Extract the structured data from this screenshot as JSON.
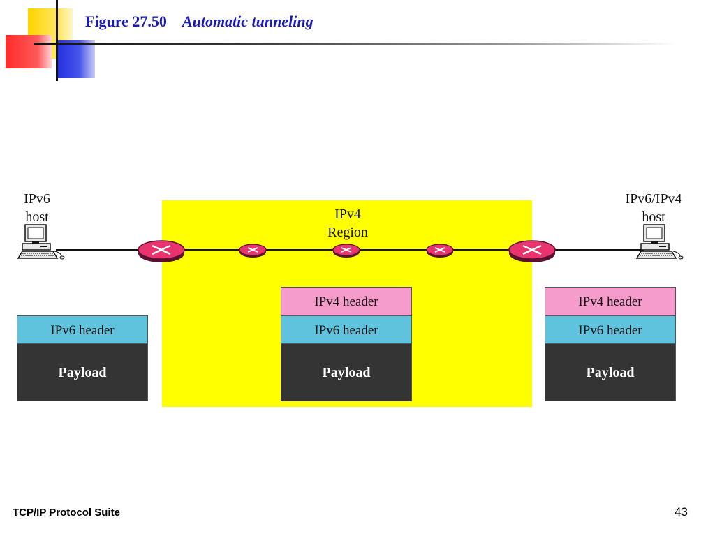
{
  "title": {
    "figure_number": "Figure 27.50",
    "caption": "Automatic tunneling"
  },
  "diagram": {
    "left_host": {
      "label_line1": "IPv6",
      "label_line2": "host"
    },
    "right_host": {
      "label_line1": "IPv6/IPv4",
      "label_line2": "host"
    },
    "region": {
      "label_line1": "IPv4",
      "label_line2": "Region",
      "color": "#ffff00"
    },
    "packets": {
      "left": {
        "ipv6_header": "IPv6 header",
        "payload": "Payload"
      },
      "middle": {
        "ipv4_header": "IPv4 header",
        "ipv6_header": "IPv6 header",
        "payload": "Payload"
      },
      "right": {
        "ipv4_header": "IPv4 header",
        "ipv6_header": "IPv6 header",
        "payload": "Payload"
      }
    },
    "colors": {
      "ipv4_header": "#f69ccc",
      "ipv6_header": "#5fc3dd",
      "payload": "#343434",
      "router": "#e8336e"
    }
  },
  "footer": {
    "left_text": "TCP/IP Protocol Suite",
    "page_number": "43"
  }
}
